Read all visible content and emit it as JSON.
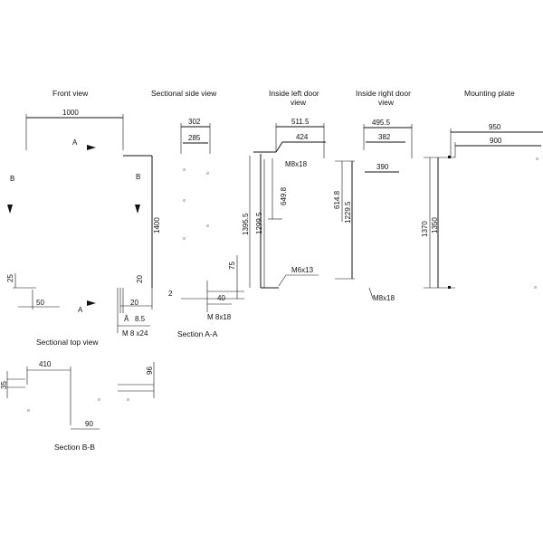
{
  "titles": {
    "front_view": "Front view",
    "sectional_side_view": "Sectional side view",
    "inside_left_door_view_1": "Inside left door",
    "inside_left_door_view_2": "view",
    "inside_right_door_view_1": "Inside right door",
    "inside_right_door_view_2": "view",
    "mounting_plate": "Mounting plate",
    "sectional_top_view": "Sectional top view",
    "section_aa": "Section A-A",
    "section_bb": "Section B-B"
  },
  "front": {
    "w1000": "1000",
    "h1400": "1400",
    "a_top": "A",
    "a_bottom": "A",
    "b_left": "B",
    "b_right": "B",
    "d25": "25",
    "d50": "50",
    "d20_side": "20",
    "d20_bottom": "20",
    "d8_5": "8.5",
    "a_hat": "Â",
    "m8x24": "M 8 x24"
  },
  "side": {
    "w302": "302",
    "w285": "285",
    "d75": "75",
    "d2": "2",
    "d40": "40",
    "m8x18": "M 8x18"
  },
  "left_door": {
    "w511_5": "511.5",
    "w424": "424",
    "m8x18": "M8x18",
    "h1395_5": "1395.5",
    "h1299_5": "1299.5",
    "h649_8": "649.8",
    "m6x13": "M6x13"
  },
  "right_door": {
    "w495_5": "495.5",
    "w382": "382",
    "w390": "390",
    "h614_8": "614.8",
    "h1229_5": "1229.5",
    "m8x18": "M8x18"
  },
  "mounting": {
    "w950": "950",
    "w900": "900",
    "h1370": "1370",
    "h1350": "1350"
  },
  "top_view": {
    "w410": "410",
    "d35": "35",
    "d96": "96",
    "d90": "90"
  }
}
